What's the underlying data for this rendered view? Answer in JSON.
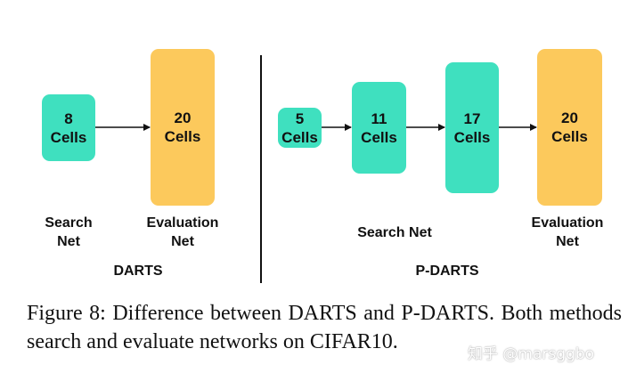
{
  "darts": {
    "search_box": {
      "number": "8",
      "unit": "Cells"
    },
    "eval_box": {
      "number": "20",
      "unit": "Cells"
    },
    "search_label": {
      "line1": "Search",
      "line2": "Net"
    },
    "eval_label": {
      "line1": "Evaluation",
      "line2": "Net"
    },
    "title": "DARTS"
  },
  "pdarts": {
    "stages": [
      {
        "number": "5",
        "unit": "Cells"
      },
      {
        "number": "11",
        "unit": "Cells"
      },
      {
        "number": "17",
        "unit": "Cells"
      },
      {
        "number": "20",
        "unit": "Cells"
      }
    ],
    "search_label": "Search Net",
    "eval_label": {
      "line1": "Evaluation",
      "line2": "Net"
    },
    "title": "P-DARTS"
  },
  "caption": "Figure 8: Difference between DARTS and P-DARTS. Both methods search and evaluate networks on CIFAR10.",
  "watermark": "知乎 @marsggbo",
  "colors": {
    "search_cell": "#3fe0bf",
    "eval_cell": "#fcc95c",
    "line": "#111111"
  }
}
